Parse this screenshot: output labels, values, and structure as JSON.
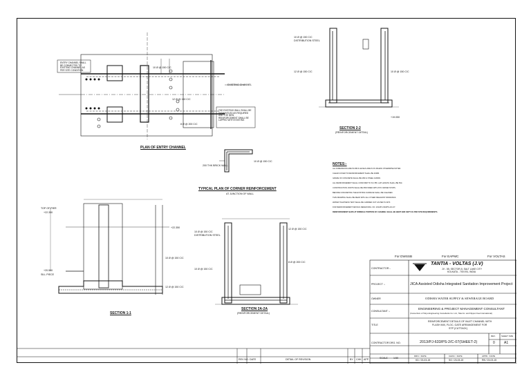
{
  "drawing": {
    "views": {
      "plan_entry": "PLAN OF ENTRY CHANNEL",
      "corner_line1": "TYPICAL PLAN OF CORNER REINFORCEMENT",
      "corner_line2": "AT JUNCTION OF WALL",
      "section_1": "SECTION 1-1",
      "section_2a_line1": "SECTION 2A-2A",
      "section_2a_line2": "(REINFORCEMENT DETAIL)",
      "section_22_line1": "SECTION 2-2",
      "section_22_line2": "(REINFORCEMENT DETAIL)"
    },
    "callouts": {
      "bar_primary": "10 Ø @ 150 C/C",
      "bar_secondary": "12 Ø @ 150 C/C",
      "bar_dist": "8 Ø @ 200 C/C",
      "dist_steel": "DISTRIBUTION STEEL",
      "existing_channel": "EXISTING CHANNEL",
      "top_of_pier": "TOP OF PIER",
      "sill_piece": "SILL PIECE",
      "brick_wall": "200 THK BRICK WALL",
      "level_top": "+22.350",
      "level_mid": "+20.500",
      "level_low": "+19.050"
    },
    "plan_notes": {
      "left": "ENTRY CHANNEL SHALL BE CONNECTED TO EXISTING CHANNEL AS PER SITE CONDITION",
      "right": "THE EXISTING WALL SHALL BE DISMANTLED AS REQUIRED AND THE NEW REINFORCEMENT SHALL BE LAPPED WITH EXISTING"
    },
    "notes_title": "NOTES:-",
    "notes": [
      "ALL DIMENSIONS ARE IN MM & LEVELS ARE IN M UNLESS OTHERWISE NOTED.",
      "CLEAR COVER TO REINFORCEMENT SHALL BE 40MM.",
      "GRADE OF CONCRETE SHALL BE M30 & STEEL Fe500D.",
      "ALL REINFORCEMENT SHALL CONFORM TO IS 1786. LAP LENGTH SHALL BE 50d.",
      "CONSTRUCTION JOINTS SHALL BE PROVIDED WITH PVC WATER STOPS.",
      "BEFORE CONCRETING THE EXISTING SURFACE SHALL BE CLEANED.",
      "THIS DRAWING SHALL BE READ WITH ALL OTHER RELEVANT DRAWINGS.",
      "WATER TIGHTNESS TEST SHALL BE CARRIED OUT AS PER IS 3370.",
      "FOR REINFORCEMENT DETAILS REFER DRG. NO. 2013/PJ-633/PS-2/C-07.",
      "REINFORCEMENT BARS AT WRINKLE PORTION OF CHANNEL SHALL BE BENT AND KEPT AS PER SITE REQUIREMENTS."
    ]
  },
  "approvals": {
    "dwssb": "For DWSSB",
    "eapmc": "For EAPMC",
    "voltas": "For VOLTAS"
  },
  "title_block": {
    "contractor_label": "CONTRACTOR :-",
    "contractor_name": "TANTIA - VOLTAS (J.V)",
    "contractor_addr1": "JV - 55, SECTOR-5, SALT LAKE CITY",
    "contractor_addr2": "KOLKATA - 700 091, INDIA",
    "project_label": "PROJECT :-",
    "project_name": "JICA Assisted Odisha Integrated Sanitation Improvement Project",
    "owner_label": "OWNER",
    "owner_name": "ODISHA WATER SUPPLY & SEWERAGE BOARD",
    "consultant_label": "CONSULTANT :-",
    "consultant_name": "ENGINEERING & PROJECT MANAGEMENT CONSULTANT",
    "consultant_sub": "(Consortium of Tokyo Engineering Consultants Co. Ltd., Tata Inc. and Nippon Koei International)",
    "title_label": "TITLE",
    "title_l1": "REINFORCEMENT DETAILS OF INLET CHANNEL WITH",
    "title_l2": "FLASH MIX, FLOC, GATE ARRANGEMENT FOR",
    "title_l3": "STP (CUTTACK)",
    "drg_label": "CONTRACTOR DRG. NO.",
    "drg_no": "2013/PJ-633/PS-2/C-07(SHEET-2)",
    "rev_label": "REV.",
    "rev_val": "0",
    "sheet_label": "SHEET SIZE",
    "sheet_val": "A1",
    "scale_label": "SCALE",
    "scale_val": "1:50",
    "dwn_label": "DRN. / DATE",
    "dwn_val": "KD / 23-03-15",
    "chk_label": "CHKD. / DATE",
    "chk_val": "SG / 23-03-15",
    "app_label": "APPD. / DATE",
    "app_val": "RB / 23-03-15"
  },
  "revision_table": {
    "rev_no": "REV NO.",
    "date": "DATE",
    "detail": "DETAIL OF REVISION",
    "by": "BY",
    "chk": "CHK",
    "app": "APP"
  }
}
